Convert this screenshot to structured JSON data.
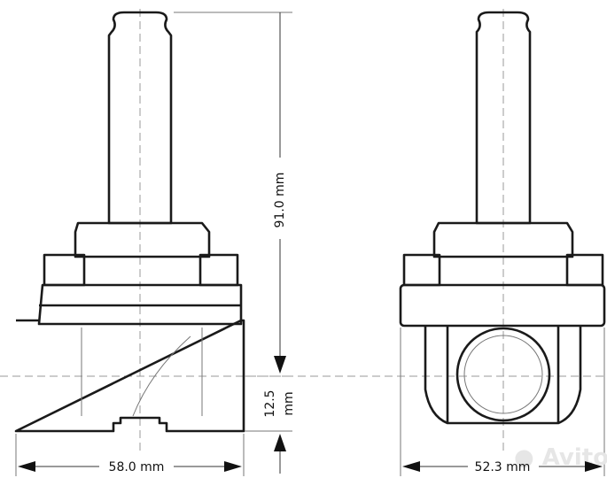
{
  "dimensions": {
    "height_total": "91.0 mm",
    "height_inlet": [
      "12.5",
      "mm"
    ],
    "width_front": "58.0 mm",
    "width_side": "52.3 mm"
  },
  "watermark": "Avito"
}
